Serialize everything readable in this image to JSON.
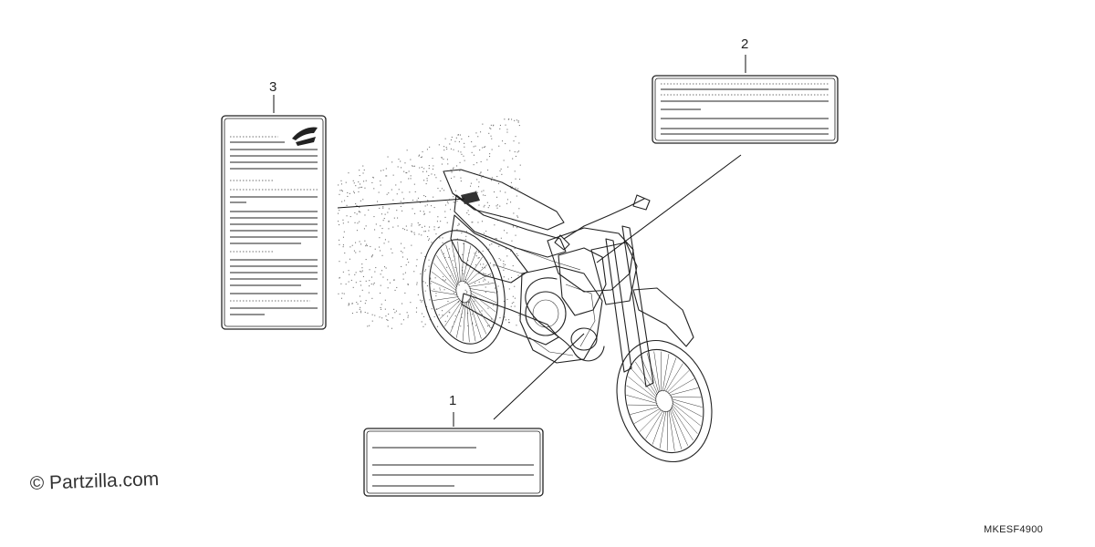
{
  "callouts": [
    {
      "number": "1"
    },
    {
      "number": "2"
    },
    {
      "number": "3"
    }
  ],
  "watermark": "© Partzilla.com",
  "diagram_code": "MKESF4900",
  "icons": [
    "honda-wing-icon"
  ]
}
